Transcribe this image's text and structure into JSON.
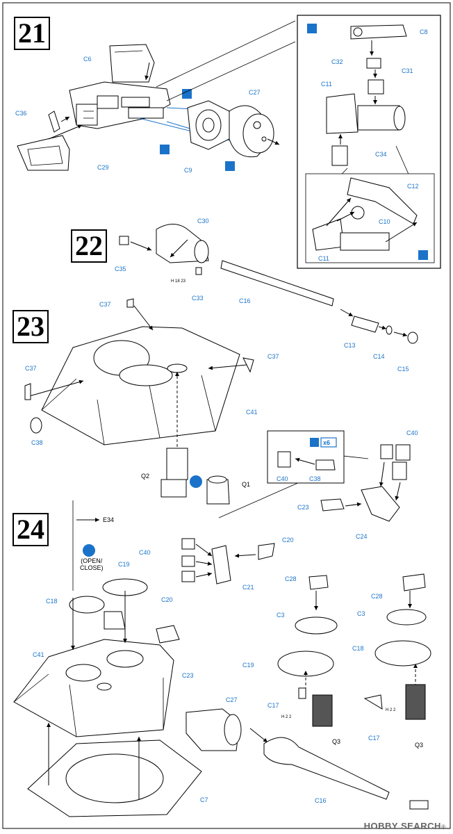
{
  "steps": [
    "21",
    "22",
    "23",
    "24"
  ],
  "step21": {
    "labels": [
      "C6",
      "C36",
      "C29",
      "C9",
      "C27",
      "C8",
      "C32",
      "C31",
      "C11",
      "C34",
      "C12",
      "C10",
      "C11"
    ]
  },
  "step22": {
    "labels": [
      "C30",
      "C35",
      "C33",
      "C16",
      "C13",
      "C14",
      "C15"
    ],
    "small_ref": "H 18 23"
  },
  "step23": {
    "labels": [
      "C37",
      "C37",
      "C37",
      "C41",
      "C38",
      "Q2",
      "Q1",
      "C40",
      "C40",
      "C38",
      "C23",
      "C24"
    ],
    "count_badge": "x6"
  },
  "step24": {
    "labels": [
      "E34",
      "C19",
      "C18",
      "C40",
      "C20",
      "C20",
      "C21",
      "C41",
      "C23",
      "C27",
      "C7",
      "C16",
      "C28",
      "C3",
      "C19",
      "C17",
      "Q3",
      "C28",
      "C3",
      "C18",
      "C17",
      "Q3"
    ],
    "open_close": "(OPEN/\nCLOSE)",
    "small_ref_a": "H 2 2",
    "small_ref_b": "H 2 2"
  },
  "watermark": {
    "brand": "HOBBY SEARCH",
    "sub": "®"
  },
  "icons": [
    "glue-icon",
    "paint-icon",
    "movable-icon",
    "do-not-glue-icon"
  ],
  "colors": {
    "accent": "#1a73c9",
    "line": "#000000"
  }
}
